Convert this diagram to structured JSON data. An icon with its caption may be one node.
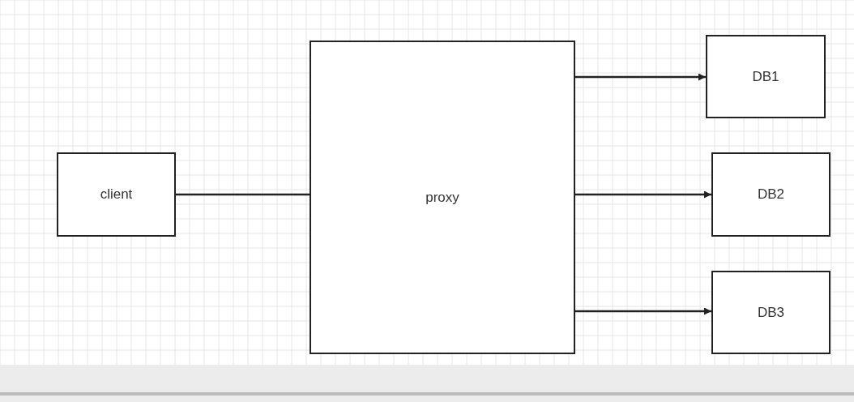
{
  "diagram": {
    "nodes": [
      {
        "text": [
          "client"
        ]
      },
      {
        "text": [
          "proxy"
        ]
      },
      {
        "text": [
          "DB1"
        ]
      },
      {
        "text": [
          "DB2"
        ]
      },
      {
        "text": [
          "DB3"
        ]
      }
    ],
    "edges": [
      {
        "from": 0,
        "to": 1,
        "arrow": "none"
      },
      {
        "from": 1,
        "to": 2,
        "arrow": "to"
      },
      {
        "from": 1,
        "to": 3,
        "arrow": "to"
      },
      {
        "from": 1,
        "to": 4,
        "arrow": "to"
      }
    ]
  }
}
